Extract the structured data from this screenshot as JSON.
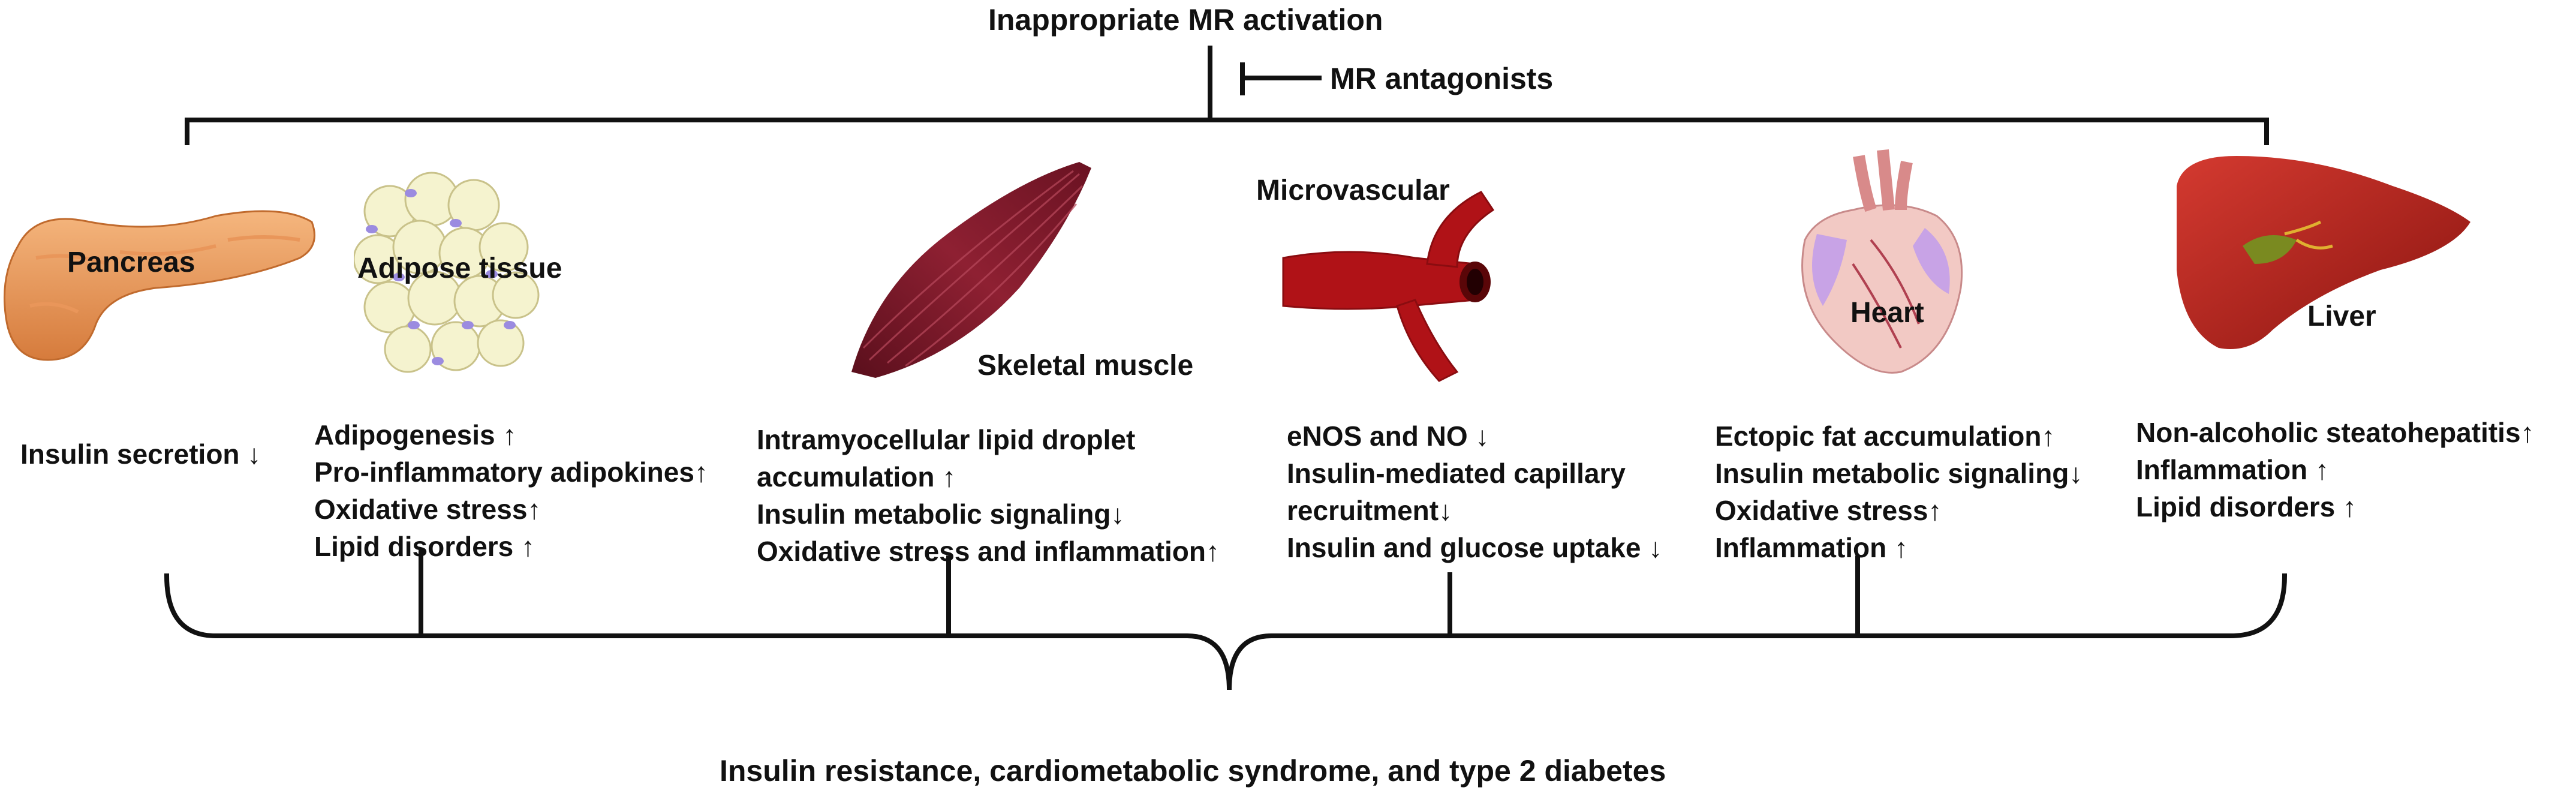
{
  "top": {
    "title": "Inappropriate MR activation",
    "inhibitor": "MR antagonists"
  },
  "organs": {
    "pancreas": {
      "name": "Pancreas",
      "effects": [
        "Insulin secretion ↓"
      ]
    },
    "adipose": {
      "name": "Adipose tissue",
      "effects": [
        "Adipogenesis ↑",
        "Pro-inflammatory adipokines↑",
        "Oxidative stress↑",
        "Lipid disorders ↑"
      ]
    },
    "muscle": {
      "name": "Skeletal muscle",
      "effects": [
        "Intramyocellular lipid droplet",
        "accumulation ↑",
        "Insulin metabolic signaling↓",
        "Oxidative stress and inflammation↑"
      ]
    },
    "microvascular": {
      "name": "Microvascular",
      "effects": [
        "eNOS and NO ↓",
        "Insulin-mediated capillary",
        "recruitment↓",
        "Insulin and glucose uptake ↓"
      ]
    },
    "heart": {
      "name": "Heart",
      "effects": [
        "Ectopic fat accumulation↑",
        "Insulin metabolic signaling↓",
        "Oxidative stress↑",
        "Inflammation ↑"
      ]
    },
    "liver": {
      "name": "Liver",
      "effects": [
        "Non-alcoholic steatohepatitis↑",
        "Inflammation ↑",
        "Lipid disorders ↑"
      ]
    }
  },
  "bottom": {
    "outcome": "Insulin resistance, cardiometabolic syndrome, and type 2 diabetes"
  }
}
